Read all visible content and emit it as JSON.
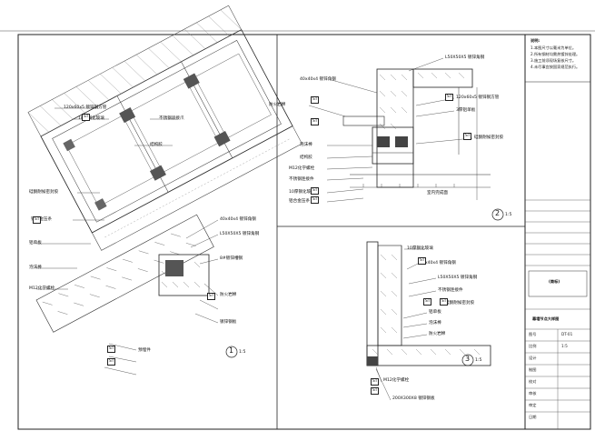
{
  "detail1": {
    "number": "1",
    "scale": "1:5",
    "labels": [
      "120x60x5 镀锌钢方管",
      "10厚钢化玻璃",
      "不锈钢驳接爪",
      "结构胶",
      "硅酮耐候密封胶",
      "铝合金压条",
      "铝单板",
      "泡沫棒",
      "M12化学螺栓",
      "40x40x4 镀锌角钢",
      "L50X50X5 镀锌角钢",
      "8#镀锌槽钢",
      "防火岩棉",
      "镀锌钢板",
      "预埋件"
    ],
    "tags": [
      "ST",
      "ST",
      "ST",
      "ST",
      "ST"
    ]
  },
  "detail2": {
    "number": "2",
    "scale": "1:5",
    "labels": [
      "40x40x4 镀锌角钢",
      "L50X50X5 镀锌角钢",
      "120x60x5 镀锌钢方管",
      "3厚铝单板",
      "硅酮耐候密封胶",
      "泡沫棒",
      "结构胶",
      "M12化学螺栓",
      "不锈钢连接件",
      "10厚钢化玻璃",
      "铝合金压条",
      "室内完成面",
      "防火岩棉"
    ],
    "tags": [
      "ST",
      "ST",
      "ST",
      "ST",
      "ST",
      "ST"
    ]
  },
  "detail3": {
    "number": "3",
    "scale": "1:5",
    "labels": [
      "10厚钢化玻璃",
      "40x40x4 镀锌角钢",
      "L50X50X5 镀锌角钢",
      "不锈钢连接件",
      "硅酮耐候密封胶",
      "铝单板",
      "泡沫棒",
      "防火岩棉",
      "M12化学螺栓",
      "200X300X8 镀锌钢板"
    ],
    "tags": [
      "ST",
      "ST",
      "ST",
      "ST",
      "ST"
    ]
  },
  "title_block": {
    "notes": [
      "说明:",
      "1.本图尺寸以毫米为单位。",
      "2.所有钢材均需热镀锌处理。",
      "3.施工前须现场复核尺寸。",
      "4.未尽事宜按国家规范执行。"
    ],
    "rows": [
      "图号",
      "比例",
      "设计",
      "制图",
      "校对",
      "审核",
      "审定",
      "日期"
    ],
    "values": [
      "DT-01",
      "1:5",
      "",
      "",
      "",
      "",
      "",
      ""
    ],
    "sheet_title": "幕墙节点大样图",
    "logo": "(商标)"
  }
}
